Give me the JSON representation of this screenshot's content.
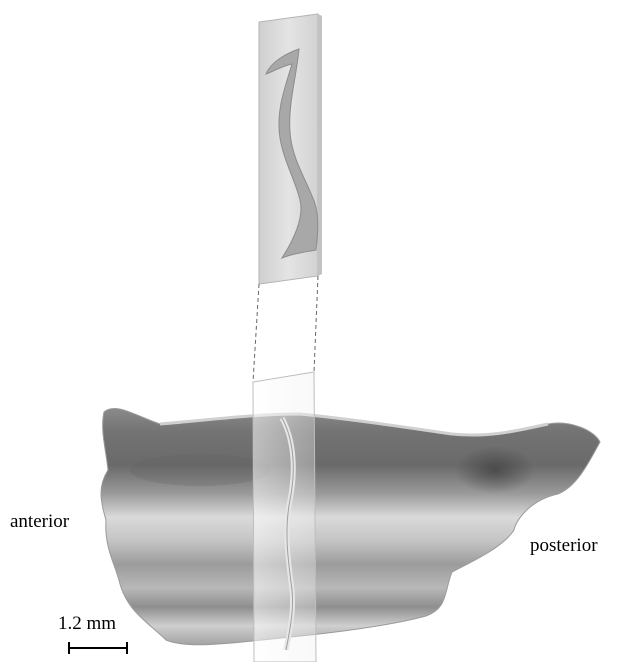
{
  "labels": {
    "anterior": "anterior",
    "posterior": "posterior",
    "scale": "1.2 mm"
  },
  "colors": {
    "section_slab": "#d9d9d9",
    "section_profile": "#a6a6a6",
    "tissue_dark": "#6e6e6e",
    "tissue_light": "#dcdcdc",
    "background": "#ffffff"
  }
}
